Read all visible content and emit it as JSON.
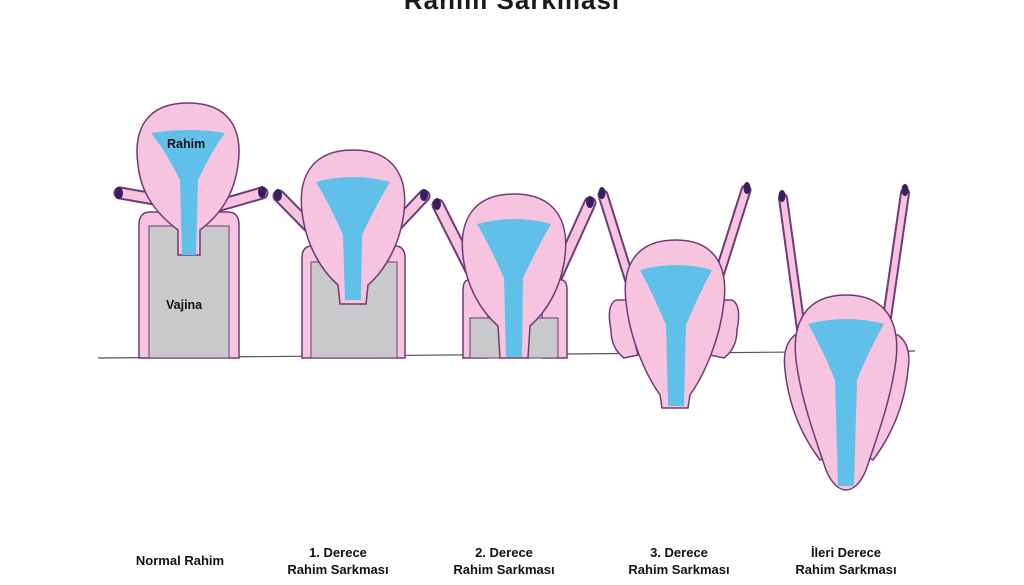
{
  "title": "Rahim Sarkması",
  "labels": {
    "uterus": "Rahim",
    "vagina": "Vajina"
  },
  "stages": [
    {
      "line1": "Normal Rahim",
      "line2": ""
    },
    {
      "line1": "1. Derece",
      "line2": "Rahim Sarkması"
    },
    {
      "line1": "2. Derece",
      "line2": "Rahim Sarkması"
    },
    {
      "line1": "3. Derece",
      "line2": "Rahim Sarkması"
    },
    {
      "line1": "İleri Derece",
      "line2": "Rahim Sarkması"
    }
  ],
  "colors": {
    "uterus_pink": "#f6c4de",
    "outline_purple": "#6e3a78",
    "cavity_blue": "#5fc0ea",
    "vagina_gray": "#c9c9cb",
    "ligament_tip": "#3a1f5e"
  }
}
